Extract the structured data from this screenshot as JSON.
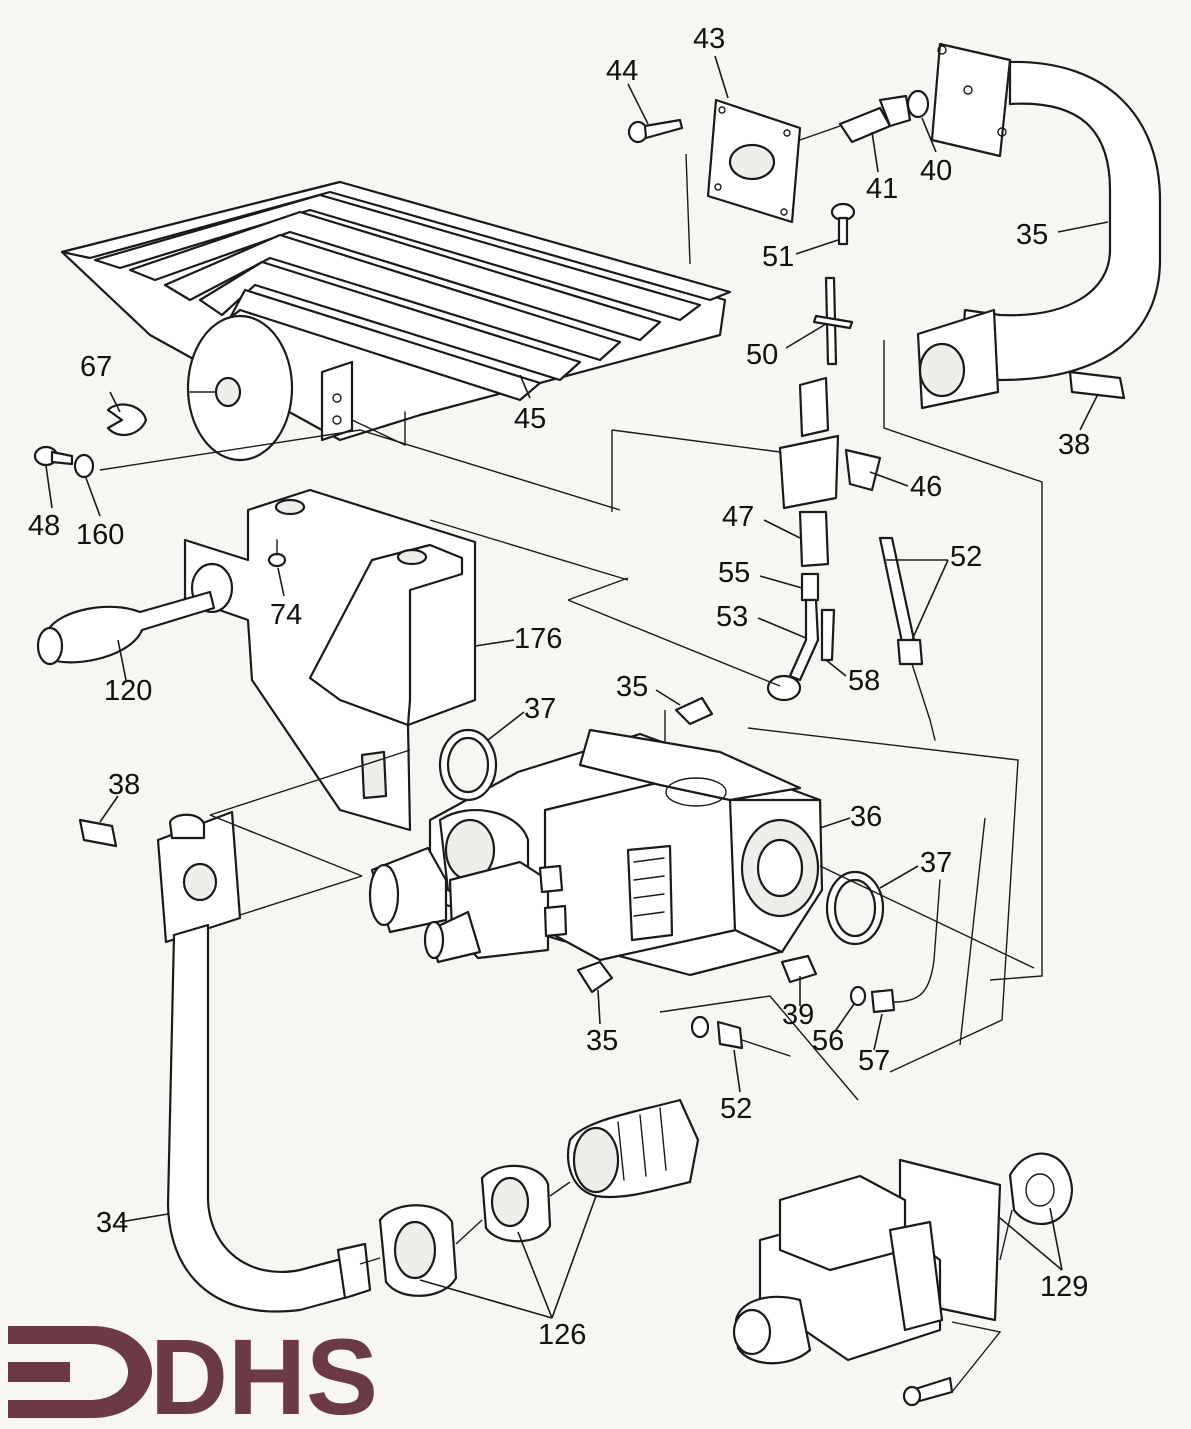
{
  "callouts": [
    {
      "id": "c44",
      "label": "44"
    },
    {
      "id": "c43",
      "label": "43"
    },
    {
      "id": "c41",
      "label": "41"
    },
    {
      "id": "c40",
      "label": "40"
    },
    {
      "id": "c35a",
      "label": "35"
    },
    {
      "id": "c51",
      "label": "51"
    },
    {
      "id": "c50",
      "label": "50"
    },
    {
      "id": "c67",
      "label": "67"
    },
    {
      "id": "c45",
      "label": "45"
    },
    {
      "id": "c38a",
      "label": "38"
    },
    {
      "id": "c46",
      "label": "46"
    },
    {
      "id": "c48",
      "label": "48"
    },
    {
      "id": "c160",
      "label": "160"
    },
    {
      "id": "c47",
      "label": "47"
    },
    {
      "id": "c52a",
      "label": "52"
    },
    {
      "id": "c55",
      "label": "55"
    },
    {
      "id": "c74",
      "label": "74"
    },
    {
      "id": "c53",
      "label": "53"
    },
    {
      "id": "c176",
      "label": "176"
    },
    {
      "id": "c120",
      "label": "120"
    },
    {
      "id": "c35b",
      "label": "35"
    },
    {
      "id": "c58",
      "label": "58"
    },
    {
      "id": "c37a",
      "label": "37"
    },
    {
      "id": "c38b",
      "label": "38"
    },
    {
      "id": "c36",
      "label": "36"
    },
    {
      "id": "c37b",
      "label": "37"
    },
    {
      "id": "c35c",
      "label": "35"
    },
    {
      "id": "c39",
      "label": "39"
    },
    {
      "id": "c56",
      "label": "56"
    },
    {
      "id": "c57",
      "label": "57"
    },
    {
      "id": "c52b",
      "label": "52"
    },
    {
      "id": "c34",
      "label": "34"
    },
    {
      "id": "c126",
      "label": "126"
    },
    {
      "id": "c129",
      "label": "129"
    }
  ],
  "logo": {
    "text": "DHS",
    "color": "#6b3a45"
  }
}
